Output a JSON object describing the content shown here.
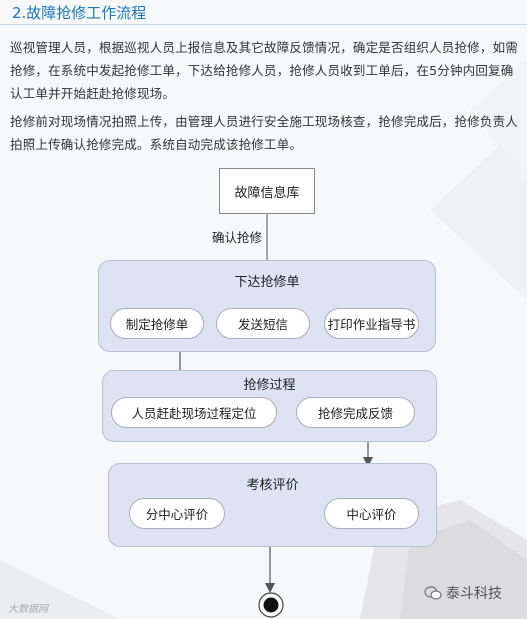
{
  "section": {
    "title": "2.故障抢修工作流程"
  },
  "paragraphs": [
    "巡视管理人员，根据巡视人员上报信息及其它故障反馈情况，确定是否组织人员抢修，如需抢修，在系统中发起抢修工单，下达给抢修人员，抢修人员收到工单后，在5分钟内回复确认工单并开始赶赴抢修现场。",
    "抢修前对现场情况拍照上传，由管理人员进行安全施工现场核查，抢修完成后，抢修负责人拍照上传确认抢修完成。系统自动完成该抢修工单。"
  ],
  "diagram": {
    "start_node": "故障信息库",
    "edge_label": "确认抢修",
    "groups": [
      {
        "title": "下达抢修单",
        "items": [
          "制定抢修单",
          "发送短信",
          "打印作业指导书"
        ]
      },
      {
        "title": "抢修过程",
        "items": [
          "人员赶赴现场过程定位",
          "抢修完成反馈"
        ]
      },
      {
        "title": "考核评价",
        "items": [
          "分中心评价",
          "中心评价"
        ]
      }
    ]
  },
  "watermarks": {
    "left": "大数据网",
    "right": "泰斗科技"
  },
  "colors": {
    "title": "#1a78c2",
    "group_fill": "#dde3f2",
    "group_border": "#b8bfd1",
    "arrow": "#555555"
  }
}
